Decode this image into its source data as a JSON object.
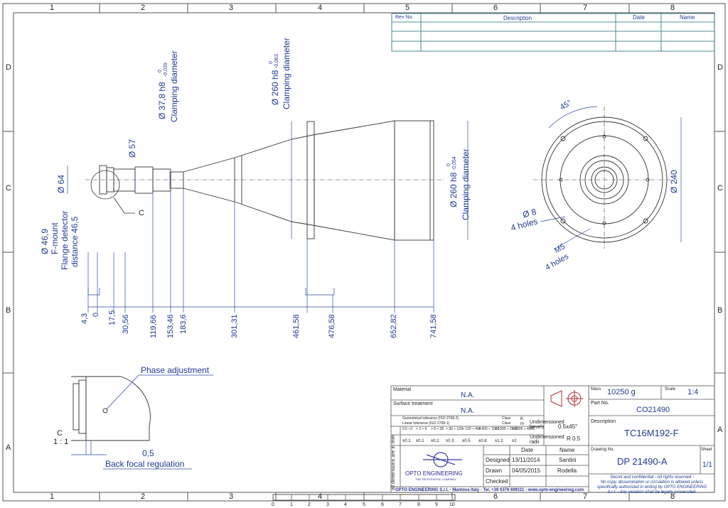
{
  "border": {
    "columns": [
      "1",
      "2",
      "3",
      "4",
      "5",
      "6",
      "7",
      "8"
    ],
    "rows": [
      "D",
      "C",
      "B",
      "A"
    ]
  },
  "revision_table": {
    "headers": [
      "Rev No.",
      "Description",
      "Date",
      "Name"
    ]
  },
  "dims": {
    "d64": "Ø 64",
    "d57": "Ø 57",
    "d37": "Ø 37,8 h8",
    "d37_tol_upper": "0",
    "d37_tol_lower": "-0,039",
    "clamp1": "Clamping diameter",
    "d260a": "Ø 260 h8",
    "d260a_tol_upper": "0",
    "d260a_tol_lower": "-0,063",
    "clamp2": "Clamping diameter",
    "d260b": "Ø 260 h8",
    "d260b_tol_upper": "0",
    "d260b_tol_lower": "-0,054",
    "clamp3": "Clamping diameter",
    "d469": "Ø 46,9",
    "fmount": "F-mount",
    "flange": "Flange detector",
    "distance": "distance 46,5",
    "detail_ref": "C",
    "angle": "45°",
    "d240": "Ø 240",
    "d8": "Ø 8",
    "holes1": "4 holes",
    "m5": "M5",
    "holes2": "4 holes",
    "baseline": [
      "4,3",
      "0",
      "17,5",
      "30,56",
      "119,66",
      "153,46",
      "183,6",
      "301,31",
      "461,58",
      "476,58",
      "652,82",
      "741,58"
    ]
  },
  "detail": {
    "phase": "Phase adjustment",
    "letter": "C",
    "scale": "1 : 1",
    "gap": "0,5",
    "bfr": "Back focal regulation"
  },
  "title_block": {
    "material_label": "Material",
    "material_value": "N.A.",
    "surface_label": "Surface treatment",
    "surface_value": "N.A.",
    "geo_tol": "Geometrical tolerance (ISO 2768-2)",
    "lin_tol": "Linear tolerance (ISO 2768-1)",
    "class_label": "Class",
    "class_k": "K",
    "class_m": "m",
    "tol_ranges": [
      "0.5 ÷3",
      "> 3 ÷ 6",
      "> 6 ÷ 30",
      "> 30 ÷ 120",
      "> 120 ÷ 400",
      "> 400 ÷ 1000",
      "> 1000 ÷ 2000",
      "> 2000 ÷ 4000"
    ],
    "tol_values": [
      "±0.1",
      "±0.1",
      "±0.2",
      "±0.3",
      "±0.5",
      "±0.8",
      "±1.2",
      "±2"
    ],
    "undim_bevels": "Undimensioned bevels",
    "bevel_value": "0.5x45°",
    "undim_radii": "Undimensioned radii",
    "radii_value": "R 0.5",
    "all_dims": "all dimensions are in mm",
    "date_hdr": "Date",
    "name_hdr": "Name",
    "designed": "Designed",
    "designed_date": "13/11/2014",
    "designed_name": "Santini",
    "drawn": "Drawn",
    "drawn_date": "04/05/2015",
    "drawn_name": "Rodella",
    "checked": "Checked",
    "company": "OPTO ENGINEERING",
    "company_tag": "THE TELECENTRIC COMPANY",
    "footer": "OPTO ENGINEERING S.r.l. - Mantova Italy - Tel. +39 0376 699111 - www.opto-engineering.com",
    "mass_label": "Mass",
    "mass_value": "10250 g",
    "scale_label": "Scale",
    "scale_value": "1:4",
    "partno_label": "Part No.",
    "partno_value": "CO21490",
    "desc_label": "Description",
    "desc_value": "TC16M192-F",
    "drawno_label": "Drawing No.",
    "drawno_value": "DP 21490-A",
    "sheet_label": "Sheet",
    "sheet_value": "1/1",
    "notice": [
      "Secret and confidential - All rights reserved -",
      "No copy, dissemination or circulation is allowed unless",
      "specifically authorized in writing by OPTO ENGINEERING",
      "S.r.l. - Any violation shall be legally prosecuted."
    ]
  },
  "ruler": [
    "0",
    "1",
    "2",
    "3",
    "4",
    "5",
    "6",
    "7",
    "8",
    "9",
    "10"
  ]
}
